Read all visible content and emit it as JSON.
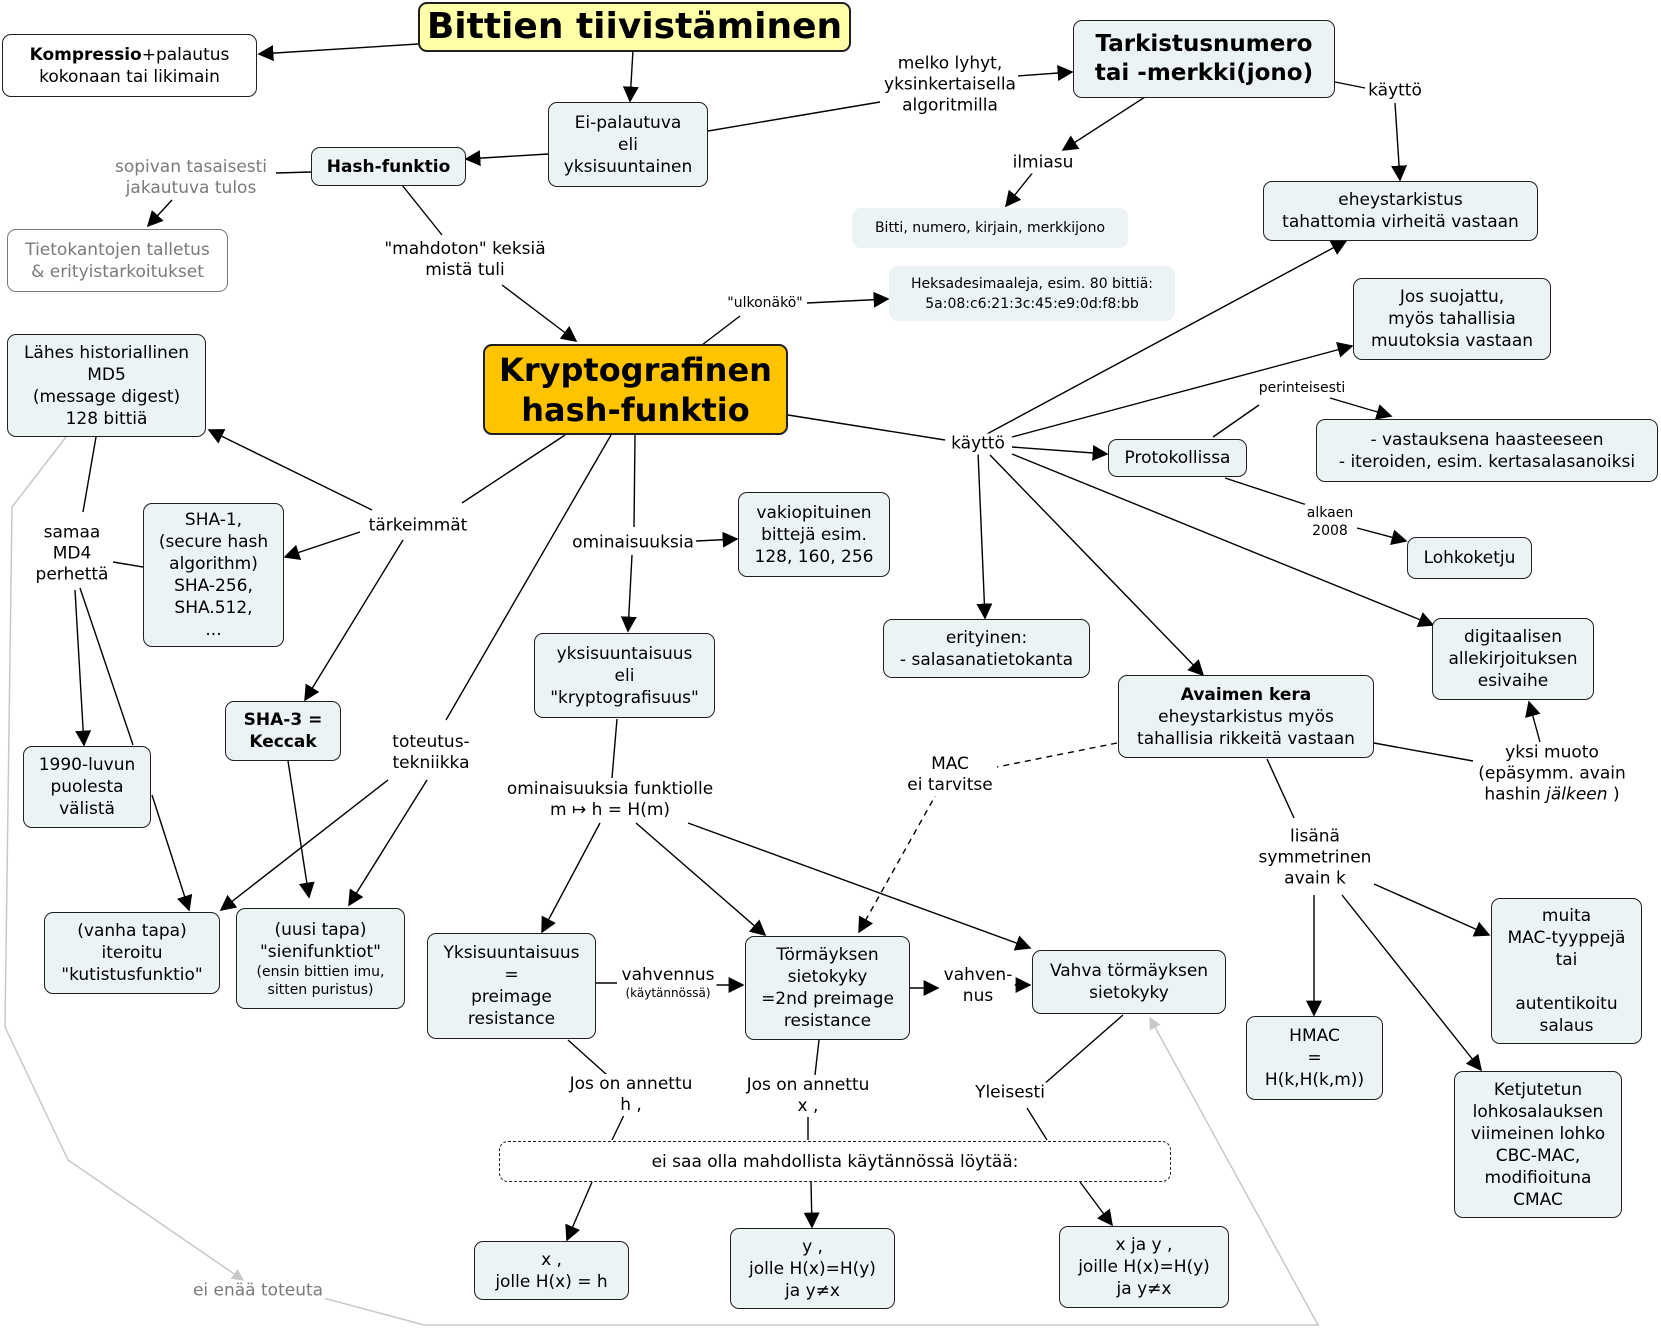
{
  "nodes": {
    "title": [
      "Bittien tiivistäminen"
    ],
    "kompressio": [
      "Kompressio+palautus",
      "kokonaan tai likimain"
    ],
    "ei_palautuva": [
      "Ei-palautuva",
      "eli",
      "yksisuuntainen"
    ],
    "tarkistus": [
      "Tarkistusnumero",
      "tai -merkki(jono)"
    ],
    "hash_funktio": [
      "Hash-funktio"
    ],
    "tietokannat": [
      "Tietokantojen talletus",
      "& erityistarkoitukset"
    ],
    "bitti_numero": [
      "Bitti, numero, kirjain, merkkijono"
    ],
    "eheys_tahaton": [
      "eheystarkistus",
      "tahattomia virheitä vastaan"
    ],
    "heksa": [
      "Heksadesimaaleja, esim. 80 bittiä:",
      "5a:08:c6:21:3c:45:e9:0d:f8:bb"
    ],
    "jos_suojattu": [
      "Jos suojattu,",
      "myös tahallisia",
      "muutoksia vastaan"
    ],
    "md5": [
      "Lähes historiallinen",
      "MD5",
      "(message digest)",
      "128 bittiä"
    ],
    "krypto": [
      "Kryptografinen",
      "hash-funktio"
    ],
    "vastauksena": [
      "- vastauksena haasteeseen",
      "- iteroiden, esim. kertasalasanoiksi"
    ],
    "protokollissa": [
      "Protokollissa"
    ],
    "sha1": [
      "SHA-1,",
      "(secure hash",
      "algorithm)",
      "SHA-256,",
      "SHA.512,",
      "..."
    ],
    "vakiopit": [
      "vakiopituinen",
      "bittejä esim.",
      "128, 160, 256"
    ],
    "lohkoketju": [
      "Lohkoketju"
    ],
    "digitaalisen": [
      "digitaalisen",
      "allekirjoituksen",
      "esivaihe"
    ],
    "erityinen": [
      "erityinen:",
      "- salasanatietokanta"
    ],
    "yksisuunt_eli": [
      "yksisuuntaisuus",
      "eli",
      "\"kryptografisuus\""
    ],
    "sha3": [
      "SHA-3 =",
      "Keccak"
    ],
    "avaimen": [
      "Avaimen kera",
      "eheystarkistus myös",
      "tahallisia rikkeitä vastaan"
    ],
    "1990": [
      "1990-luvun",
      "puolesta",
      "välistä"
    ],
    "vanha": [
      "(vanha tapa)",
      "iteroitu",
      "\"kutistusfunktio\""
    ],
    "uusi": [
      "(uusi tapa)",
      "\"sienifunktiot\"",
      "(ensin bittien imu,",
      "sitten puristus)"
    ],
    "preimage": [
      "Yksisuuntaisuus",
      "=",
      "preimage",
      "resistance"
    ],
    "tormays": [
      "Törmäyksen",
      "sietokyky",
      "=2nd preimage",
      "resistance"
    ],
    "vahva": [
      "Vahva törmäyksen",
      "sietokyky"
    ],
    "muita_mac": [
      "muita",
      "MAC-tyyppejä",
      "tai",
      "",
      "autentikoitu",
      "salaus"
    ],
    "hmac": [
      "HMAC",
      "=",
      "H(k,H(k,m))"
    ],
    "ketjutetun": [
      "Ketjutetun",
      "lohkosalauksen",
      "viimeinen lohko",
      "CBC-MAC,",
      "modifioituna",
      "CMAC"
    ],
    "ei_saa": [
      "ei saa olla mahdollista käytännössä löytää:"
    ],
    "x_jolle": [
      "x ,",
      "jolle  H(x) = h"
    ],
    "y_jolle": [
      "y ,",
      "jolle H(x)=H(y)",
      "ja y≠x"
    ],
    "xy_joille": [
      "x  ja  y ,",
      "joille H(x)=H(y)",
      "ja y≠x"
    ]
  },
  "labels": {
    "melko": [
      "melko lyhyt,",
      "yksinkertaisella",
      "algoritmilla"
    ],
    "kaytto_top": [
      "käyttö"
    ],
    "ilmiasu": [
      "ilmiasu"
    ],
    "sopivan": [
      "sopivan tasaisesti",
      "jakautuva tulos"
    ],
    "mahdoton": [
      "\"mahdoton\" keksiä",
      "mistä tuli"
    ],
    "ulkonako": [
      "\"ulkonäkö\""
    ],
    "perinteisesti": [
      "perinteisesti"
    ],
    "kaytto_main": [
      "käyttö"
    ],
    "alkaen": [
      "alkaen",
      "2008"
    ],
    "samaa": [
      "samaa",
      "MD4",
      "perhettä"
    ],
    "tarkeimmat": [
      "tärkeimmät"
    ],
    "ominaisuuksia": [
      "ominaisuuksia"
    ],
    "toteutus": [
      "toteutus-",
      "tekniikka"
    ],
    "mac_ei": [
      "MAC",
      "ei tarvitse"
    ],
    "yksi_muoto_1": "yksi muoto",
    "yksi_muoto_2": "(epäsymm. avain",
    "yksi_muoto_3a": "hashin ",
    "yksi_muoto_3b": "jälkeen",
    "yksi_muoto_3c": " )",
    "omin_funktiolle": [
      "ominaisuuksia funktiolle",
      "m ↦ h = H(m)"
    ],
    "lisana": [
      "lisänä",
      "symmetrinen",
      "avain k"
    ],
    "vahvennus": [
      "vahvennus"
    ],
    "kaytannossa": [
      "(käytännössä)"
    ],
    "vahven_nus": [
      "vahven-",
      "nus"
    ],
    "jos_h": [
      "Jos on annettu",
      "h ,"
    ],
    "jos_x": [
      "Jos on annettu",
      "x ,"
    ],
    "yleisesti": [
      "Yleisesti"
    ],
    "ei_enaa": [
      "ei enää toteuta"
    ]
  }
}
